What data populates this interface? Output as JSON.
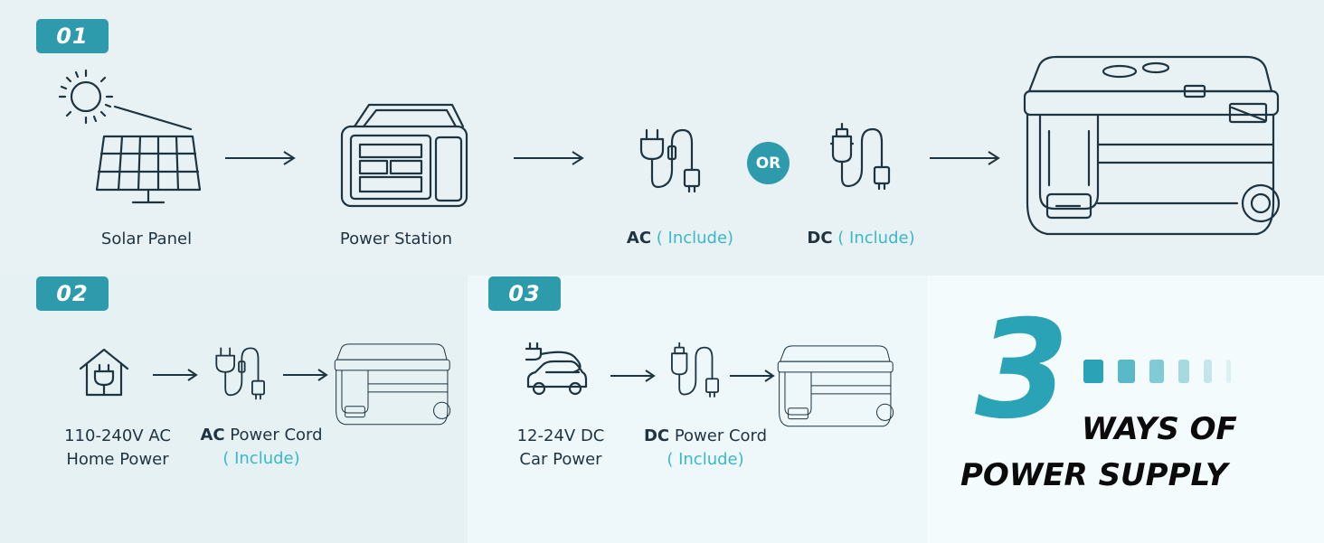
{
  "colors": {
    "accent": "#2e9bad",
    "include_text": "#3bb7c9",
    "dark": "#1e3441"
  },
  "section1": {
    "badge": "01",
    "solar_label": "Solar Panel",
    "station_label": "Power Station",
    "or_label": "OR",
    "ac_label": "AC",
    "ac_include": "( Include)",
    "dc_label": "DC",
    "dc_include": "( Include)"
  },
  "section2": {
    "badge": "02",
    "source_line1": "110-240V AC",
    "source_line2": "Home Power",
    "cord_bold": "AC",
    "cord_rest": " Power Cord",
    "cord_include": "( Include)"
  },
  "section3": {
    "badge": "03",
    "source_line1": "12-24V DC",
    "source_line2": "Car Power",
    "cord_bold": "DC",
    "cord_rest": " Power Cord",
    "cord_include": "( Include)"
  },
  "headline": {
    "number": "3",
    "line1": "WAYS OF",
    "line2": "POWER SUPPLY"
  },
  "icons": [
    "sun-icon",
    "solar-panel-icon",
    "power-station-icon",
    "ac-plug-icon",
    "dc-plug-icon",
    "fridge-icon",
    "house-plug-icon",
    "electric-car-icon",
    "arrow-right-icon"
  ]
}
